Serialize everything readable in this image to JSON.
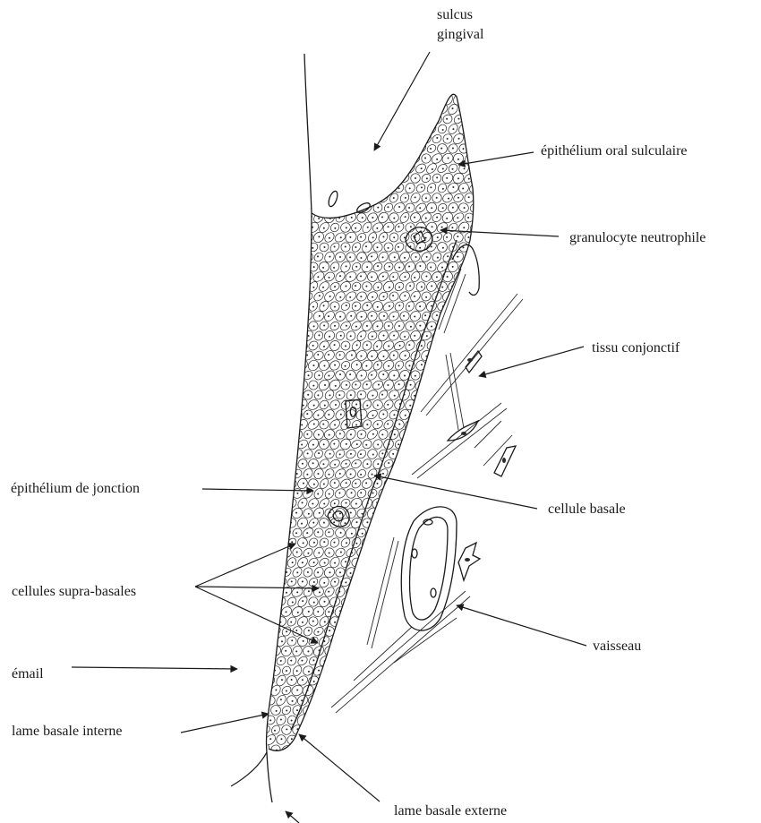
{
  "labels": {
    "sulcus_line1": "sulcus",
    "sulcus_line2": "gingival",
    "epithelium_oral": "épithélium oral sulculaire",
    "granulocyte": "granulocyte neutrophile",
    "tissu": "tissu conjonctif",
    "epithelium_jonction": "épithélium de jonction",
    "cellule_basale": "cellule basale",
    "cellules_supra": "cellules supra-basales",
    "vaisseau": "vaisseau",
    "email": "émail",
    "lame_interne": "lame basale interne",
    "lame_externe": "lame basale externe"
  }
}
